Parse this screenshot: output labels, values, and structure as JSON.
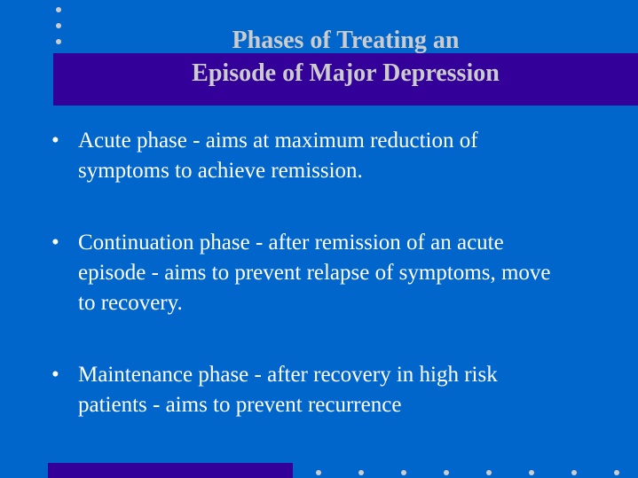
{
  "title": {
    "line1": "Phases of Treating an",
    "line2": "Episode of Major Depression"
  },
  "bullets": [
    {
      "symbol": "•",
      "text": "Acute phase - aims at maximum reduction of symptoms to achieve remission."
    },
    {
      "symbol": "•",
      "text": "Continuation phase - after remission of an acute episode - aims to prevent relapse of symptoms, move to recovery."
    },
    {
      "symbol": "•",
      "text": "Maintenance phase - after recovery in high risk patients - aims to prevent recurrence"
    }
  ],
  "colors": {
    "background": "#0066CC",
    "banner": "#330099",
    "title": "#CCCCCC",
    "text": "#FFFFFF"
  }
}
